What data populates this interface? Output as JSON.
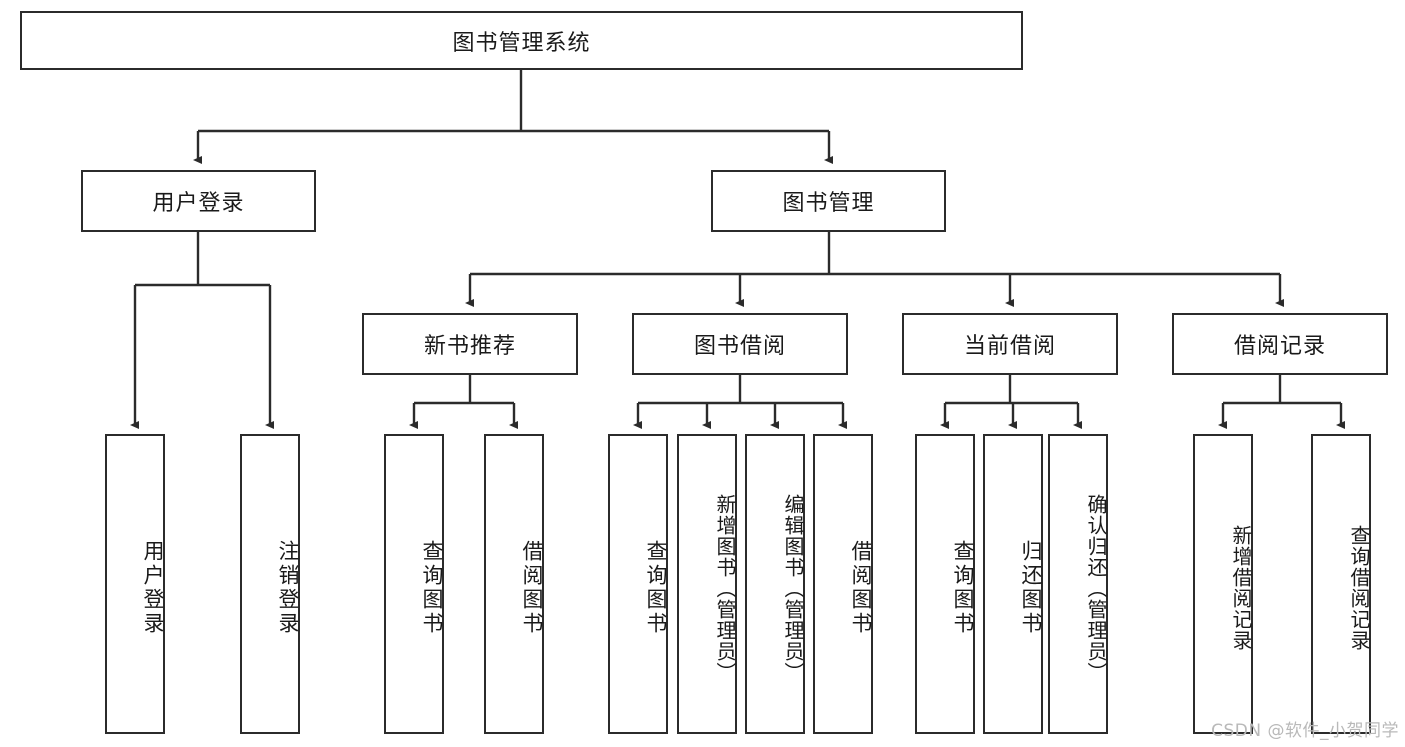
{
  "diagram": {
    "title": "图书管理系统",
    "type": "hierarchy-tree",
    "watermark": "CSDN @软件_小贺同学",
    "colors": {
      "box_border": "#2b2b2b",
      "box_fill": "#ffffff",
      "edge": "#2b2b2b",
      "text": "#1a1a1a",
      "watermark": "#b9b9b9"
    },
    "root": {
      "id": "root",
      "label": "图书管理系统"
    },
    "level2": [
      {
        "id": "l2-0",
        "label": "用户登录"
      },
      {
        "id": "l2-1",
        "label": "图书管理"
      }
    ],
    "level3": [
      {
        "id": "l3-0",
        "label": "新书推荐"
      },
      {
        "id": "l3-1",
        "label": "图书借阅"
      },
      {
        "id": "l3-2",
        "label": "当前借阅"
      },
      {
        "id": "l3-3",
        "label": "借阅记录"
      }
    ],
    "leaves": [
      {
        "id": "leaf-0",
        "label": "用户登录",
        "parent": "用户登录"
      },
      {
        "id": "leaf-1",
        "label": "注销登录",
        "parent": "用户登录"
      },
      {
        "id": "leaf-2",
        "label": "查询图书",
        "parent": "新书推荐"
      },
      {
        "id": "leaf-3",
        "label": "借阅图书",
        "parent": "新书推荐"
      },
      {
        "id": "leaf-4",
        "label": "查询图书",
        "parent": "图书借阅"
      },
      {
        "id": "leaf-5",
        "label": "新增图书（管理员）",
        "parent": "图书借阅"
      },
      {
        "id": "leaf-6",
        "label": "编辑图书（管理员）",
        "parent": "图书借阅"
      },
      {
        "id": "leaf-7",
        "label": "借阅图书",
        "parent": "图书借阅"
      },
      {
        "id": "leaf-8",
        "label": "查询图书",
        "parent": "当前借阅"
      },
      {
        "id": "leaf-9",
        "label": "归还图书",
        "parent": "当前借阅"
      },
      {
        "id": "leaf-10",
        "label": "确认归还（管理员）",
        "parent": "当前借阅"
      },
      {
        "id": "leaf-11",
        "label": "新增借阅记录",
        "parent": "借阅记录"
      },
      {
        "id": "leaf-12",
        "label": "查询借阅记录",
        "parent": "借阅记录"
      }
    ]
  }
}
